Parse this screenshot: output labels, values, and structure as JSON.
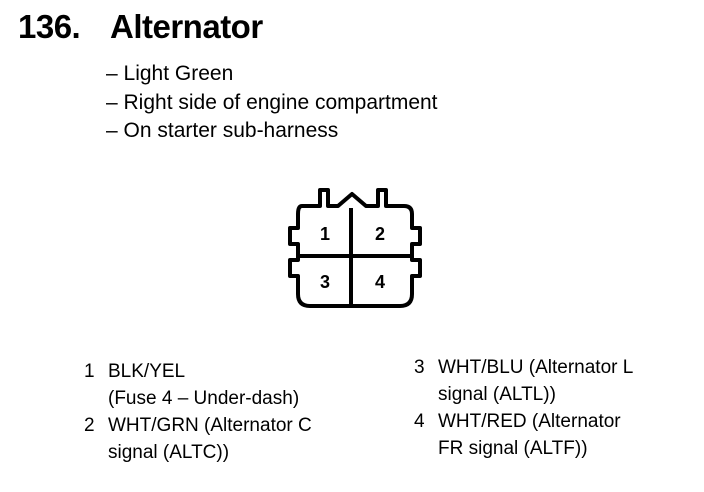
{
  "header": {
    "number": "136.",
    "title": "Alternator"
  },
  "details": [
    "– Light Green",
    "– Right side of engine compartment",
    "– On starter sub-harness"
  ],
  "connector": {
    "terminal_labels": [
      "1",
      "2",
      "3",
      "4"
    ]
  },
  "pins_left": [
    {
      "num": "1",
      "lines": [
        "BLK/YEL",
        "(Fuse 4 – Under-dash)"
      ]
    },
    {
      "num": "2",
      "lines": [
        "WHT/GRN (Alternator C",
        "signal (ALTC))"
      ]
    }
  ],
  "pins_right": [
    {
      "num": "3",
      "lines": [
        "WHT/BLU (Alternator L",
        "signal (ALTL))"
      ]
    },
    {
      "num": "4",
      "lines": [
        "WHT/RED (Alternator",
        "FR signal (ALTF))"
      ]
    }
  ]
}
